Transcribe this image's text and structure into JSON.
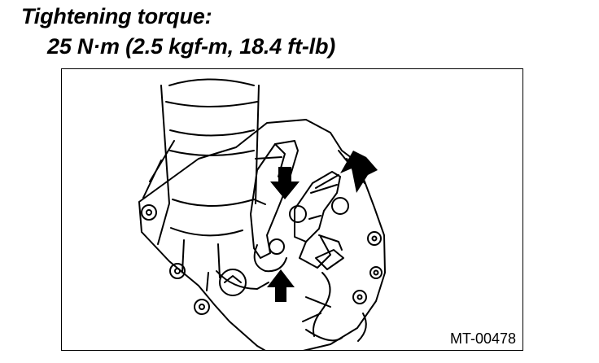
{
  "caption": {
    "line1": "Tightening torque:",
    "line2": "25 N·m (2.5 kgf-m, 18.4 ft-lb)"
  },
  "figure": {
    "code": "MT-00478",
    "icons": [
      "transmission-case-illustration",
      "arrow-icon"
    ],
    "colors": {
      "line": "#000000",
      "background": "#ffffff"
    }
  }
}
